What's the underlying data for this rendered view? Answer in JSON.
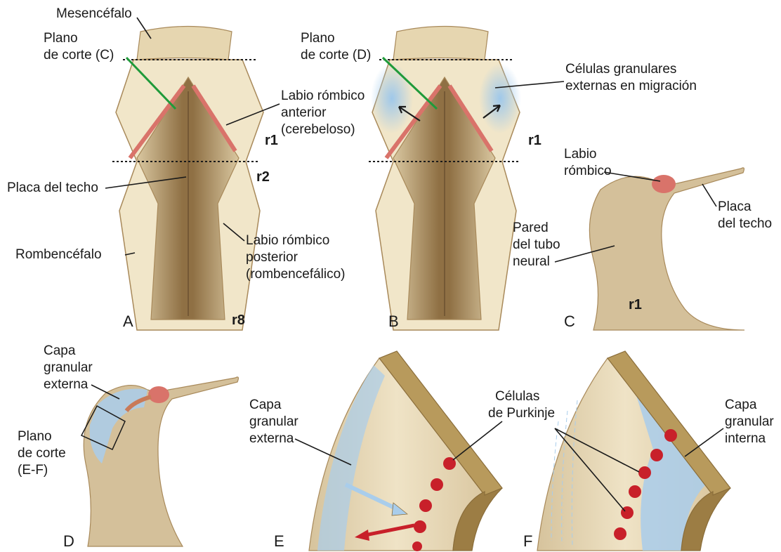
{
  "labels": {
    "mesencefalo": "Mesencéfalo",
    "plano_c_1": "Plano",
    "plano_c_2": "de corte (C)",
    "labio_ant_1": "Labio rómbico",
    "labio_ant_2": "anterior",
    "labio_ant_3": "(cerebeloso)",
    "r1_a": "r1",
    "r2_a": "r2",
    "placa_techo_a": "Placa del techo",
    "rombencefalo": "Rombencéfalo",
    "labio_post_1": "Labio rómbico",
    "labio_post_2": "posterior",
    "labio_post_3": "(rombencefálico)",
    "r8": "r8",
    "panel_a": "A",
    "plano_d_1": "Plano",
    "plano_d_2": "de corte (D)",
    "celulas_gran_1": "Células granulares",
    "celulas_gran_2": "externas en migración",
    "r1_b": "r1",
    "panel_b": "B",
    "labio_c_1": "Labio",
    "labio_c_2": "rómbico",
    "placa_c_1": "Placa",
    "placa_c_2": "del techo",
    "pared_1": "Pared",
    "pared_2": "del tubo",
    "pared_3": "neural",
    "r1_c": "r1",
    "panel_c": "C",
    "capa_ext_d_1": "Capa",
    "capa_ext_d_2": "granular",
    "capa_ext_d_3": "externa",
    "plano_ef_1": "Plano",
    "plano_ef_2": "de corte",
    "plano_ef_3": "(E-F)",
    "panel_d": "D",
    "capa_ext_e_1": "Capa",
    "capa_ext_e_2": "granular",
    "capa_ext_e_3": "externa",
    "purkinje_1": "Células",
    "purkinje_2": "de Purkinje",
    "panel_e": "E",
    "capa_int_1": "Capa",
    "capa_int_2": "granular",
    "capa_int_3": "interna",
    "panel_f": "F"
  },
  "colors": {
    "tissue": "#d4c09a",
    "tissue_light": "#f3ead2",
    "tissue_dark": "#a8895a",
    "lumen": "#8f7044",
    "rhombic_lip": "#d9736a",
    "granule_blue": "#a9cdeb",
    "purkinje": "#c8202a",
    "plane_green": "#1f9a3a"
  }
}
